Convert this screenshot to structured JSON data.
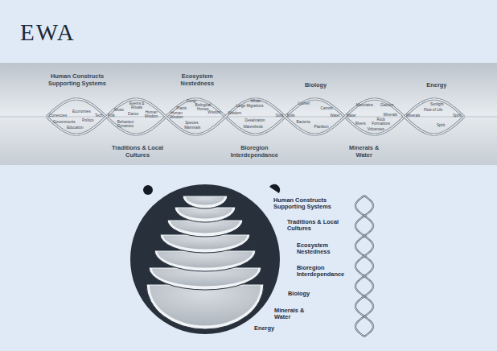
{
  "diagram": {
    "title": "EWA",
    "nodes": [
      {
        "text": [
          "Human Constructs Supporting Systems",
          "Economies",
          "Currencies",
          "Governments",
          "Politics",
          "Education",
          "Tech"
        ]
      },
      {
        "text": [
          "Traditions & Local Cultures",
          "Folk",
          "Music",
          "Events & Rituals",
          "Dance",
          "Human Wisdom",
          "Behaviour Dynamics"
        ]
      },
      {
        "text": [
          "Ecosystem Nestedness",
          "Fungi",
          "Plants",
          "Biological Homes",
          "Human Wisdom",
          "Wisdom",
          "Species",
          "Mammals"
        ]
      },
      {
        "text": [
          "Bioregion Interdependance",
          "Whale",
          "Large Migrations",
          "Wisdom",
          "Desalination",
          "Watersheds",
          "Soils"
        ]
      },
      {
        "text": [
          "Biology",
          "Soils",
          "Lychen",
          "Carrots",
          "Bacteria",
          "Plankton",
          "Water"
        ]
      },
      {
        "text": [
          "Minerals & Water",
          "Water",
          "Mountains",
          "Glaciers",
          "Minerals",
          "Rock Formations",
          "Rivers",
          "Volcanoes"
        ]
      },
      {
        "text": [
          "Energy",
          "Minerals",
          "Sunlight",
          "Flow of Life",
          "Spirit",
          "Spirit"
        ]
      }
    ],
    "labels": [
      "Human Constructs Supporting Systems",
      "Traditions & Local Cultures",
      "Ecosystem Nestedness",
      "Bioregion Interdependance",
      "Biology",
      "Minerals & Water",
      "Energy"
    ]
  }
}
